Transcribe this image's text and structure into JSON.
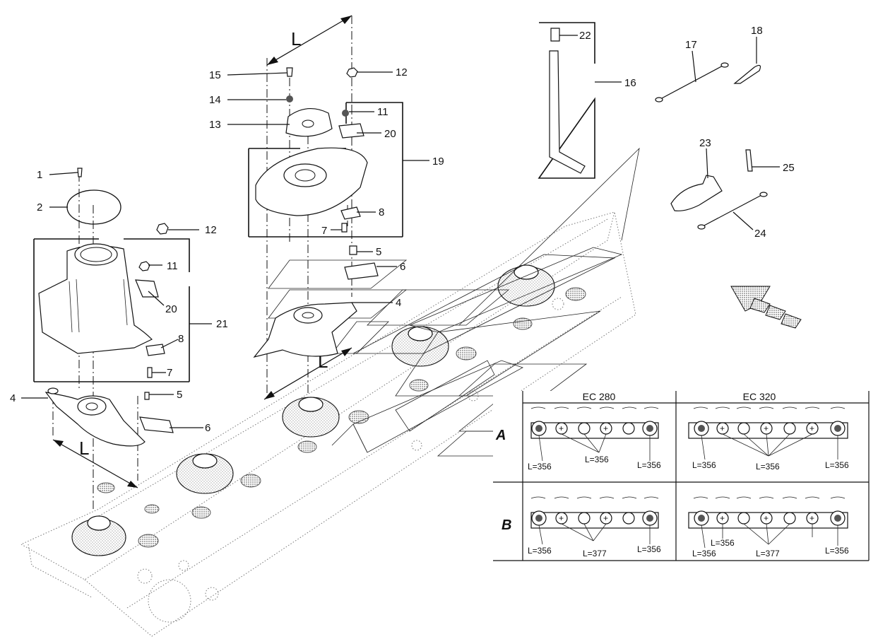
{
  "callouts": [
    {
      "id": "c1",
      "text": "1"
    },
    {
      "id": "c2",
      "text": "2"
    },
    {
      "id": "c4a",
      "text": "4"
    },
    {
      "id": "c5a",
      "text": "5"
    },
    {
      "id": "c6a",
      "text": "6"
    },
    {
      "id": "c7a",
      "text": "7"
    },
    {
      "id": "c8a",
      "text": "8"
    },
    {
      "id": "c11a",
      "text": "11"
    },
    {
      "id": "c12a",
      "text": "12"
    },
    {
      "id": "c20a",
      "text": "20"
    },
    {
      "id": "c21",
      "text": "21"
    },
    {
      "id": "c15",
      "text": "15"
    },
    {
      "id": "c14",
      "text": "14"
    },
    {
      "id": "c13",
      "text": "13"
    },
    {
      "id": "c12b",
      "text": "12"
    },
    {
      "id": "c11b",
      "text": "11"
    },
    {
      "id": "c20b",
      "text": "20"
    },
    {
      "id": "c19",
      "text": "19"
    },
    {
      "id": "c8b",
      "text": "8"
    },
    {
      "id": "c7b",
      "text": "7"
    },
    {
      "id": "c5b",
      "text": "5"
    },
    {
      "id": "c6b",
      "text": "6"
    },
    {
      "id": "c4b",
      "text": "4"
    },
    {
      "id": "c22",
      "text": "22"
    },
    {
      "id": "c16",
      "text": "16"
    },
    {
      "id": "c17",
      "text": "17"
    },
    {
      "id": "c18",
      "text": "18"
    },
    {
      "id": "c23",
      "text": "23"
    },
    {
      "id": "c25",
      "text": "25"
    },
    {
      "id": "c24",
      "text": "24"
    }
  ],
  "dimension_labels": {
    "top": "L",
    "left": "L",
    "mid": "L"
  },
  "table": {
    "columns": [
      "EC 280",
      "EC 320"
    ],
    "rows": [
      {
        "key": "A",
        "cells": [
          {
            "labels": [
              "L=356",
              "L=356",
              "L=356"
            ]
          },
          {
            "labels": [
              "L=356",
              "L=356",
              "L=356"
            ]
          }
        ]
      },
      {
        "key": "B",
        "cells": [
          {
            "labels": [
              "L=356",
              "L=377",
              "L=356"
            ]
          },
          {
            "labels": [
              "L=356",
              "L=356",
              "L=377",
              "L=356"
            ]
          }
        ]
      }
    ]
  }
}
